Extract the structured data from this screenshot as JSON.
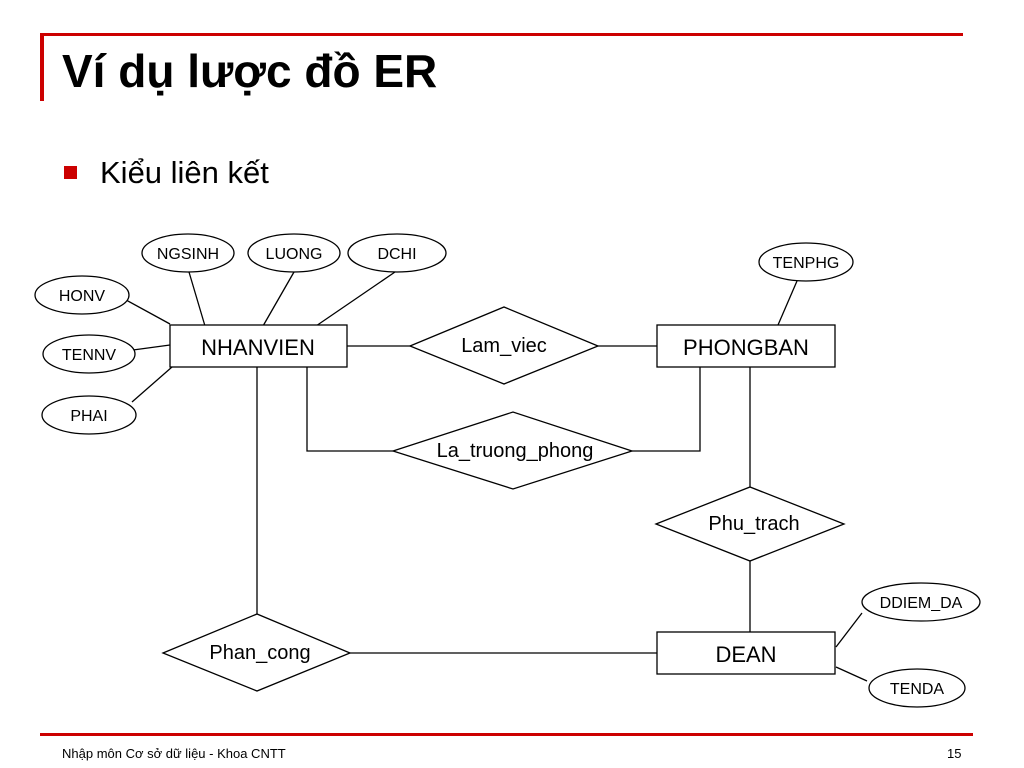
{
  "slide": {
    "title": "Ví dụ lược đồ ER",
    "bullet": "Kiểu liên kết",
    "footer": "Nhập môn Cơ sở dữ liệu - Khoa CNTT",
    "page_number": "15",
    "accent_color": "#cc0000"
  },
  "diagram": {
    "entities": {
      "nhanvien": "NHANVIEN",
      "phongban": "PHONGBAN",
      "dean": "DEAN"
    },
    "relationships": {
      "lam_viec": "Lam_viec",
      "la_truong_phong": "La_truong_phong",
      "phu_trach": "Phu_trach",
      "phan_cong": "Phan_cong"
    },
    "attributes": {
      "ngsinh": "NGSINH",
      "luong": "LUONG",
      "dchi": "DCHI",
      "honv": "HONV",
      "tennv": "TENNV",
      "phai": "PHAI",
      "tenphg": "TENPHG",
      "ddiem_da": "DDIEM_DA",
      "tenda": "TENDA"
    }
  }
}
